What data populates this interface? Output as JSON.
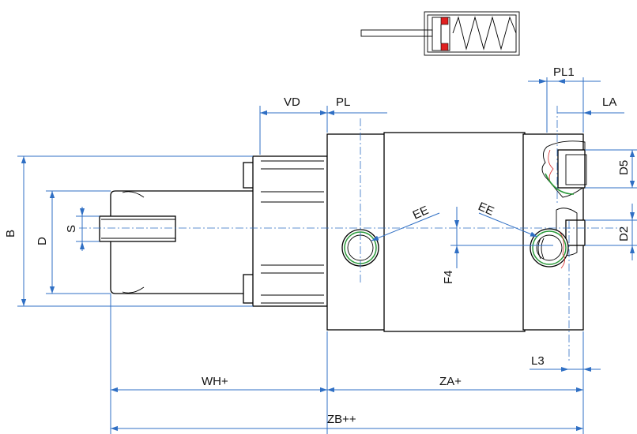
{
  "colors": {
    "dimension": "#2f6fc4",
    "outline": "#000000",
    "seal": "#d62828",
    "port_ring": "#2a9a3a"
  },
  "labels": {
    "vd": "VD",
    "pl": "PL",
    "pl1": "PL1",
    "la": "LA",
    "d5": "D5",
    "d2": "D2",
    "b": "B",
    "d": "D",
    "s": "S",
    "ee_left": "EE",
    "ee_right": "EE",
    "f4": "F4",
    "l3": "L3",
    "wh": "WH+",
    "za": "ZA+",
    "zb": "ZB++"
  }
}
